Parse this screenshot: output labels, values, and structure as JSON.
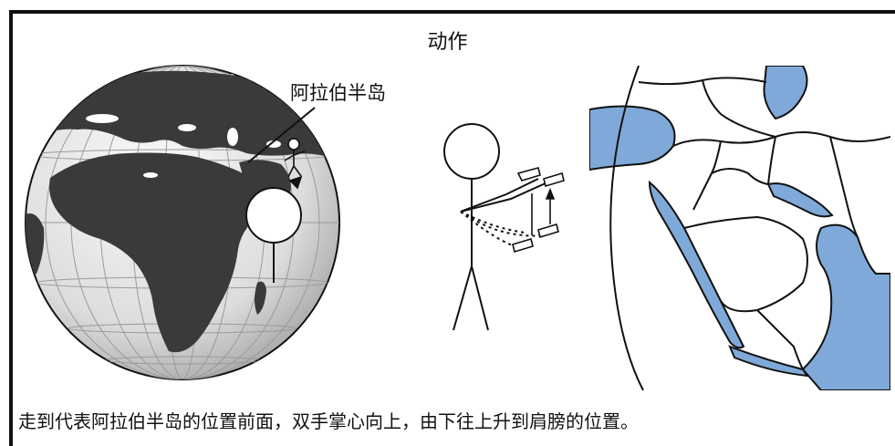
{
  "panel": {
    "title": "动作",
    "callout_label": "阿拉伯半岛",
    "caption": "走到代表阿拉伯半岛的位置前面，双手掌心向上，由下往上升到肩膀的位置。"
  },
  "colors": {
    "ink": "#111111",
    "land": "#3a3a3a",
    "ocean": "#e6e6e6",
    "sea": "#7fa9d8",
    "map_land": "#ffffff"
  },
  "icons": [
    "globe-icon",
    "stick-figure-icon",
    "map-icon",
    "hand-icon",
    "arrow-up-icon"
  ]
}
